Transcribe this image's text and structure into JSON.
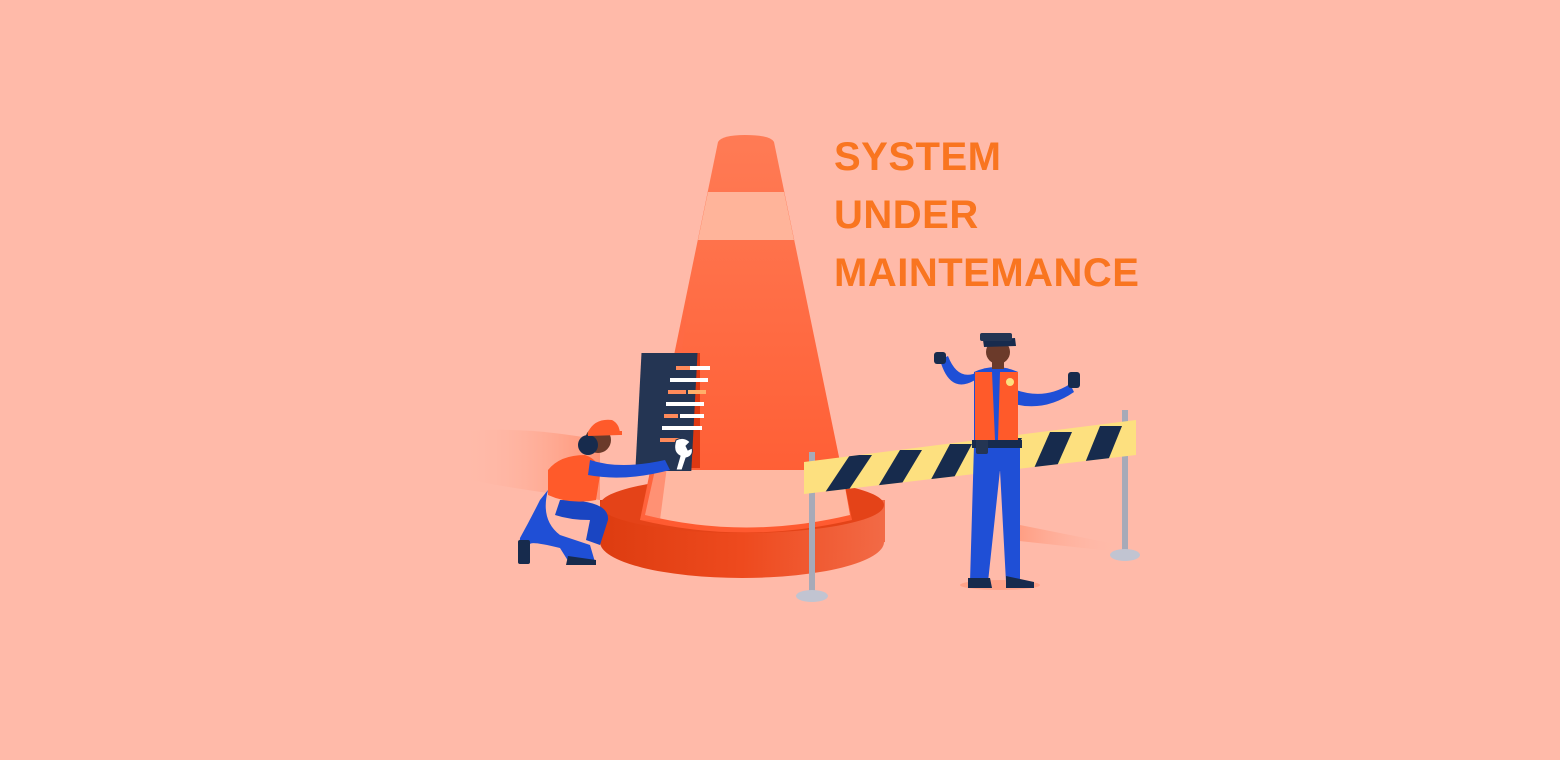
{
  "message": {
    "line1": "SYSTEM",
    "line2": "UNDER",
    "line3": "MAINTEMANCE"
  },
  "colors": {
    "background": "#ffbaa9",
    "text_accent": "#f97520",
    "cone": "#ff6a45",
    "cone_dark": "#dd3c10",
    "worker_blue": "#1f4fd6",
    "vest_orange": "#ff5a2a",
    "barrier_yellow": "#fde07f",
    "barrier_navy": "#172b4d"
  },
  "icons": {
    "cone": "traffic-cone",
    "barrier": "striped-barrier",
    "worker": "kneeling-worker",
    "guard": "security-guard",
    "wrench": "wrench",
    "code_panel": "code-panel"
  }
}
